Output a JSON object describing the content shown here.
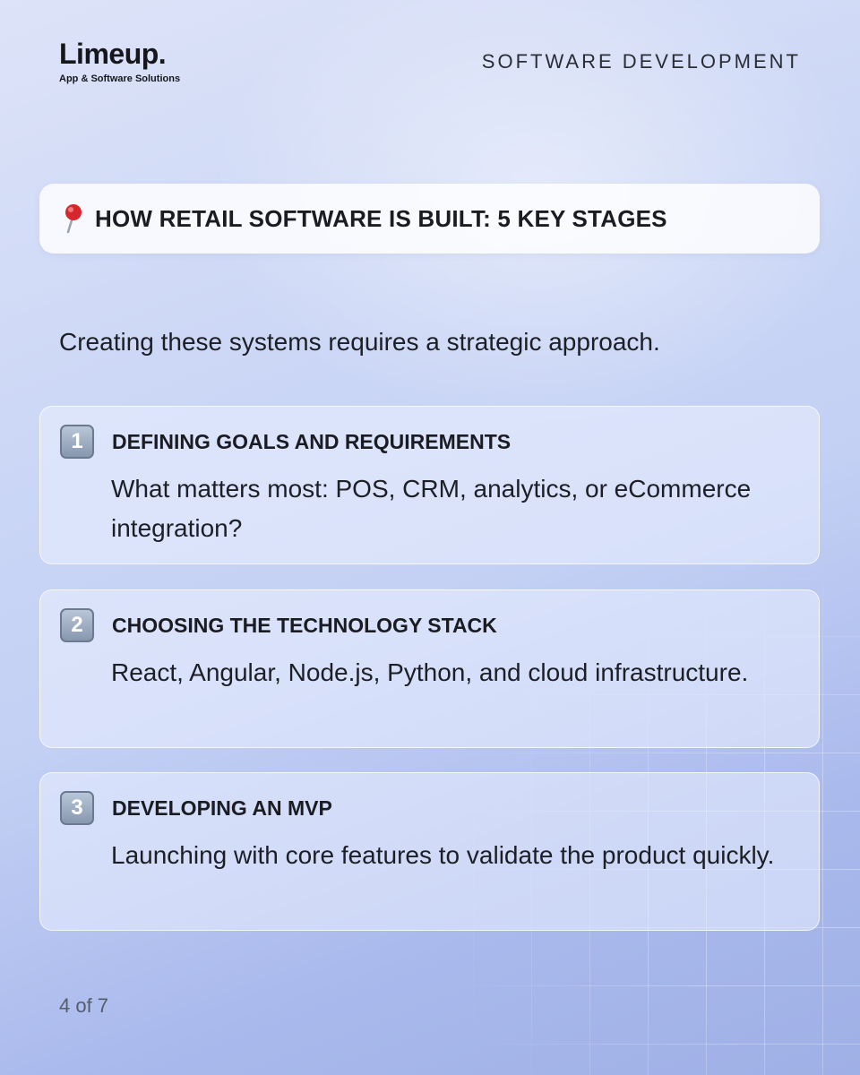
{
  "brand": {
    "name": "Limeup.",
    "tagline": "App & Software Solutions"
  },
  "category": "SOFTWARE DEVELOPMENT",
  "title": {
    "icon": "round-pushpin-icon",
    "text": "HOW RETAIL SOFTWARE IS BUILT: 5 KEY STAGES"
  },
  "intro": "Creating these systems requires a strategic approach.",
  "stages": [
    {
      "number": "1",
      "title": "DEFINING GOALS AND REQUIREMENTS",
      "description": "What matters most: POS, CRM, analytics, or eCommerce integration?"
    },
    {
      "number": "2",
      "title": "CHOOSING THE TECHNOLOGY STACK",
      "description": "React, Angular, Node.js, Python, and cloud infrastructure."
    },
    {
      "number": "3",
      "title": "DEVELOPING AN MVP",
      "description": "Launching with core features to validate the product quickly."
    }
  ],
  "pagination": {
    "text": "4 of 7"
  }
}
